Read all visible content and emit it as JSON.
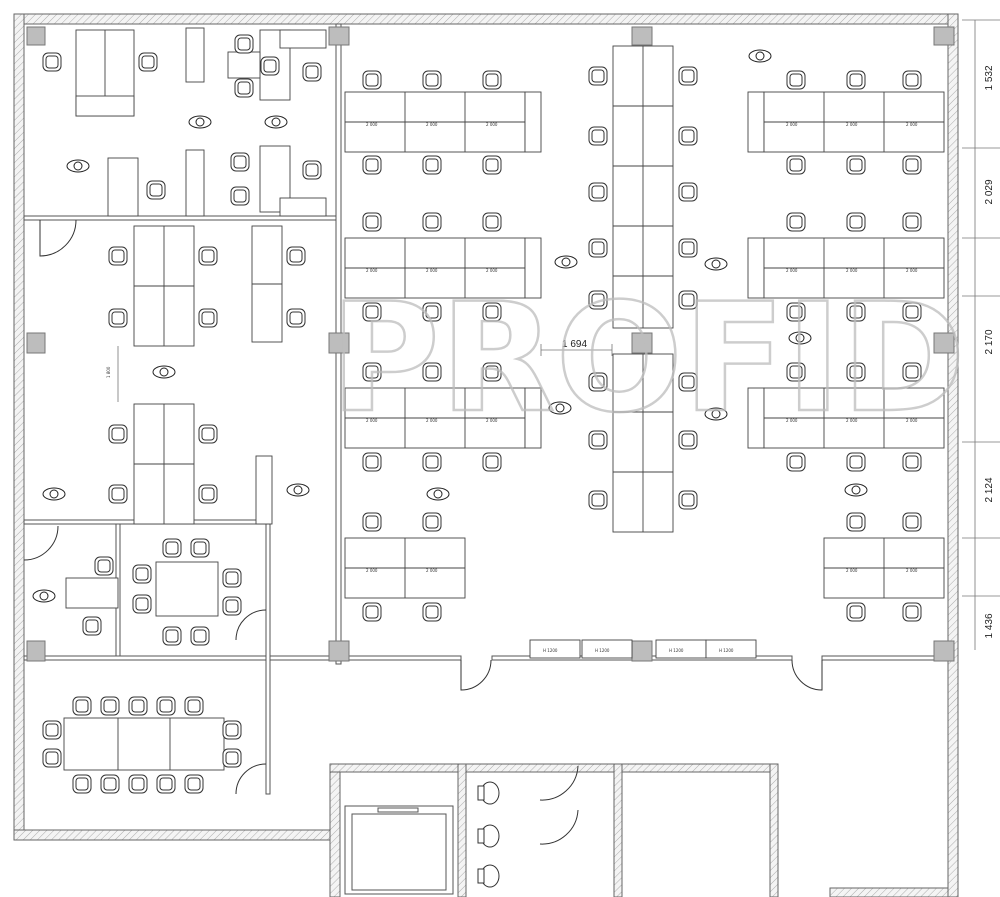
{
  "watermark": "PROFID",
  "dimensions": {
    "right": [
      "1 532",
      "2 029",
      "2 170",
      "2 124",
      "1 436"
    ],
    "center": "1 694",
    "left_small": "1 800"
  },
  "desk_label": "2 000",
  "cabinet_label": "H 1200"
}
